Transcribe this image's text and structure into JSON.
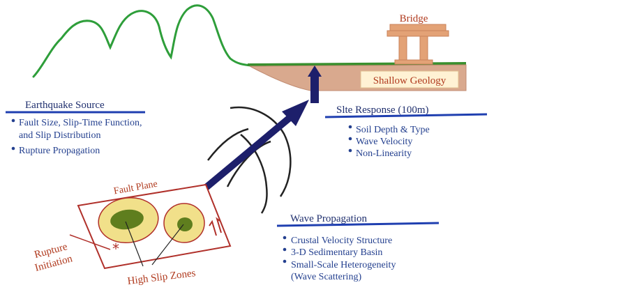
{
  "labels": {
    "bridge": "Bridge",
    "shallow_geology": "Shallow Geology",
    "fault_plane": "Fault Plane",
    "rupture_initiation_line1": "Rupture",
    "rupture_initiation_line2": "Initiation",
    "high_slip_zones": "High Slip Zones"
  },
  "earthquake_source": {
    "title": "Earthquake Source",
    "items": [
      {
        "lines": [
          "Fault Size, Slip-Time Function,",
          "and Slip Distribution"
        ]
      },
      {
        "lines": [
          "Rupture Propagation"
        ]
      }
    ]
  },
  "site_response": {
    "title": "Slte Response (100m)",
    "items": [
      "Soil Depth & Type",
      "Wave Velocity",
      "Non-Linearity"
    ]
  },
  "wave_propagation": {
    "title": "Wave Propagation",
    "items": [
      {
        "lines": [
          "Crustal Velocity Structure"
        ]
      },
      {
        "lines": [
          "3-D Sedimentary Basin"
        ]
      },
      {
        "lines": [
          "Small-Scale Heterogeneity",
          "(Wave Scattering)"
        ]
      }
    ]
  },
  "colors": {
    "mountain": "#2e9e3a",
    "ground": "#3a8f2e",
    "soil": "#d9a98e",
    "bridge": "#e3a276",
    "bridge_text": "#b03a1e",
    "geology_text": "#b03a1e",
    "geology_box": "#fff2d4",
    "heading_text": "#1f2f6e",
    "underline": "#1f3fb0",
    "list_text": "#24408f",
    "arrow": "#1d1f6b",
    "fault_outline": "#b0302a",
    "slip_outer": "#f1e08a",
    "slip_inner": "#5f7e1e",
    "wavefront": "#222222"
  }
}
